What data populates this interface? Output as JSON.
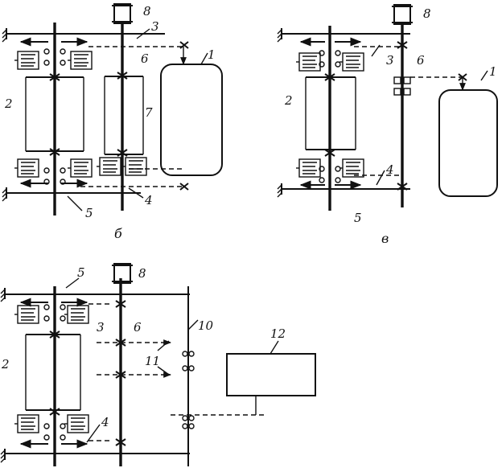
{
  "panels": [
    {
      "caption": "б",
      "labels": {
        "n1": "1",
        "n2": "2",
        "n3": "3",
        "n4": "4",
        "n5": "5",
        "n6": "6",
        "n7": "7",
        "n8": "8"
      }
    },
    {
      "caption": "в",
      "labels": {
        "n1": "1",
        "n2": "2",
        "n3": "3",
        "n4": "4",
        "n5": "5",
        "n6": "6",
        "n8": "8"
      }
    },
    {
      "caption": "",
      "labels": {
        "n2": "2",
        "n3": "3",
        "n4": "4",
        "n5": "5",
        "n6": "6",
        "n8": "8",
        "n10": "10",
        "n11": "11",
        "n12": "12"
      }
    }
  ]
}
